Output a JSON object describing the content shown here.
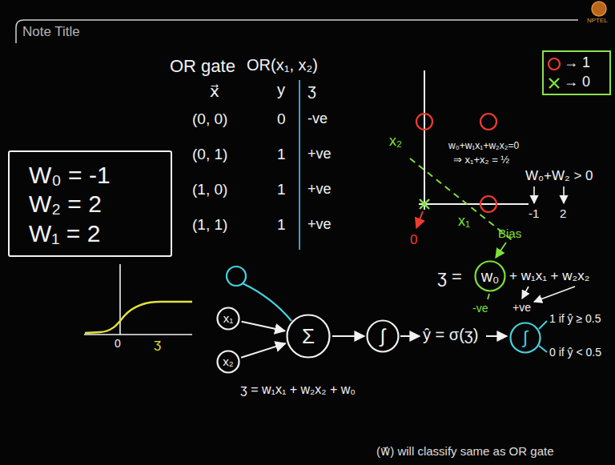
{
  "diagram": {
    "nodes": [
      {
        "text": [
          "W₀ = -1",
          "W₂ = 2",
          "W₁ = 2"
        ]
      },
      {
        "text": [
          "w₀"
        ]
      },
      {
        "text": [
          "x₁"
        ]
      },
      {
        "text": [
          "x₂"
        ]
      },
      {
        "text": [
          "Σ"
        ]
      },
      {
        "text": [
          "∫"
        ]
      },
      {
        "text": [
          "∫"
        ]
      }
    ],
    "edges": [
      {
        "from": 2,
        "to": 4,
        "arrow": "to"
      },
      {
        "from": 3,
        "to": 4,
        "arrow": "to"
      },
      {
        "from": 4,
        "to": 5,
        "arrow": "to"
      }
    ],
    "labels": [
      "Note Title",
      "NPTEL",
      "OR gate",
      "OR(x₁, x₂)",
      "x⃗",
      "y",
      "ʒ",
      "(0, 0)",
      "0",
      "-ve",
      "(0, 1)",
      "1",
      "+ve",
      "(1, 0)",
      "1",
      "+ve",
      "(1, 1)",
      "1",
      "+ve",
      "x₂",
      "x₁",
      "0",
      "w₀+w₁x₁+w₂x₂=0",
      "⇒ x₁+x₂ = ½",
      "W₀+W₂ > 0",
      "-1",
      "2",
      "Bias",
      "ʒ =",
      "+ w₁x₁ + w₂x₂",
      "-ve",
      "+ve",
      "0",
      "ʒ",
      "ŷ = σ(ʒ)",
      "1 if ŷ ≥ 0.5",
      "0 if ŷ < 0.5",
      "ʒ = w₁x₁ + w₂x₂ + w₀",
      "(w⃗) will classify same as OR gate"
    ],
    "legend": [
      {
        "text": "→ 1"
      },
      {
        "text": "→ 0"
      }
    ]
  }
}
